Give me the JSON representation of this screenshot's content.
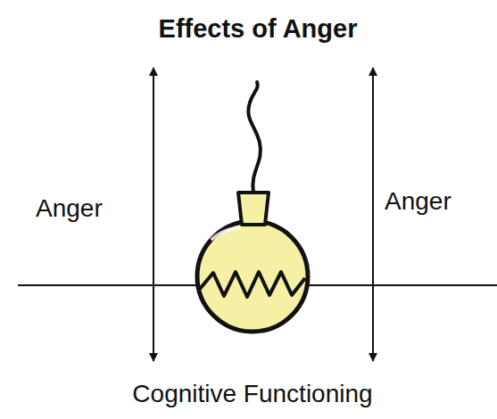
{
  "diagram": {
    "title": "Effects of Anger",
    "labels": [
      "Anger",
      "Anger",
      "Cognitive Functioning"
    ]
  }
}
